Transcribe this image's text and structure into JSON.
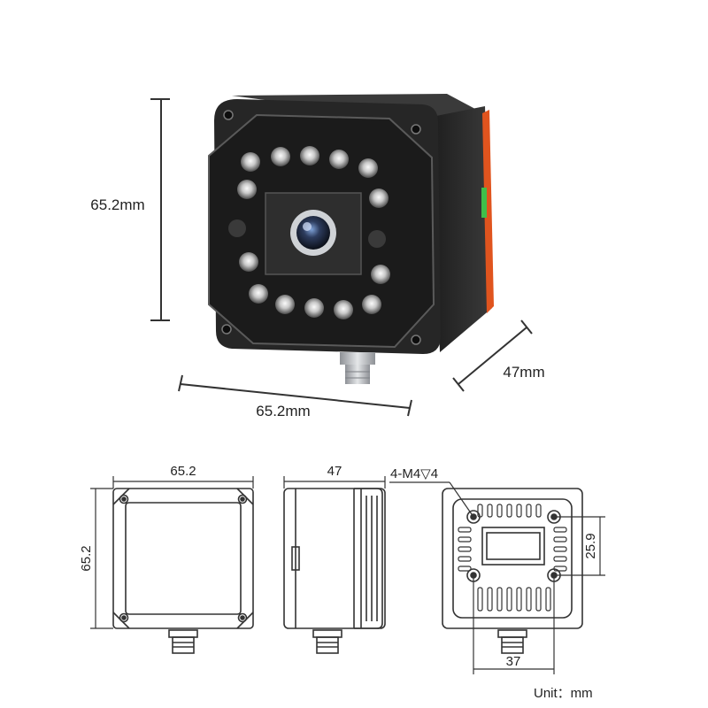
{
  "product_view": {
    "height_label": "65.2mm",
    "width_label": "65.2mm",
    "depth_label": "47mm"
  },
  "front_view": {
    "width": "65.2",
    "height": "65.2"
  },
  "side_view": {
    "depth": "47"
  },
  "back_view": {
    "thread_spec": "4-M4▽4",
    "hole_spacing_vertical": "25.9",
    "hole_spacing_horizontal": "37"
  },
  "unit_label": "Unit：mm",
  "colors": {
    "body": "#2b2b2b",
    "face": "#1c1c1c",
    "orange_stripe": "#e0541e",
    "green_indicator": "#3fbf4a",
    "metal": "#b9bcc0",
    "line": "#333333"
  }
}
